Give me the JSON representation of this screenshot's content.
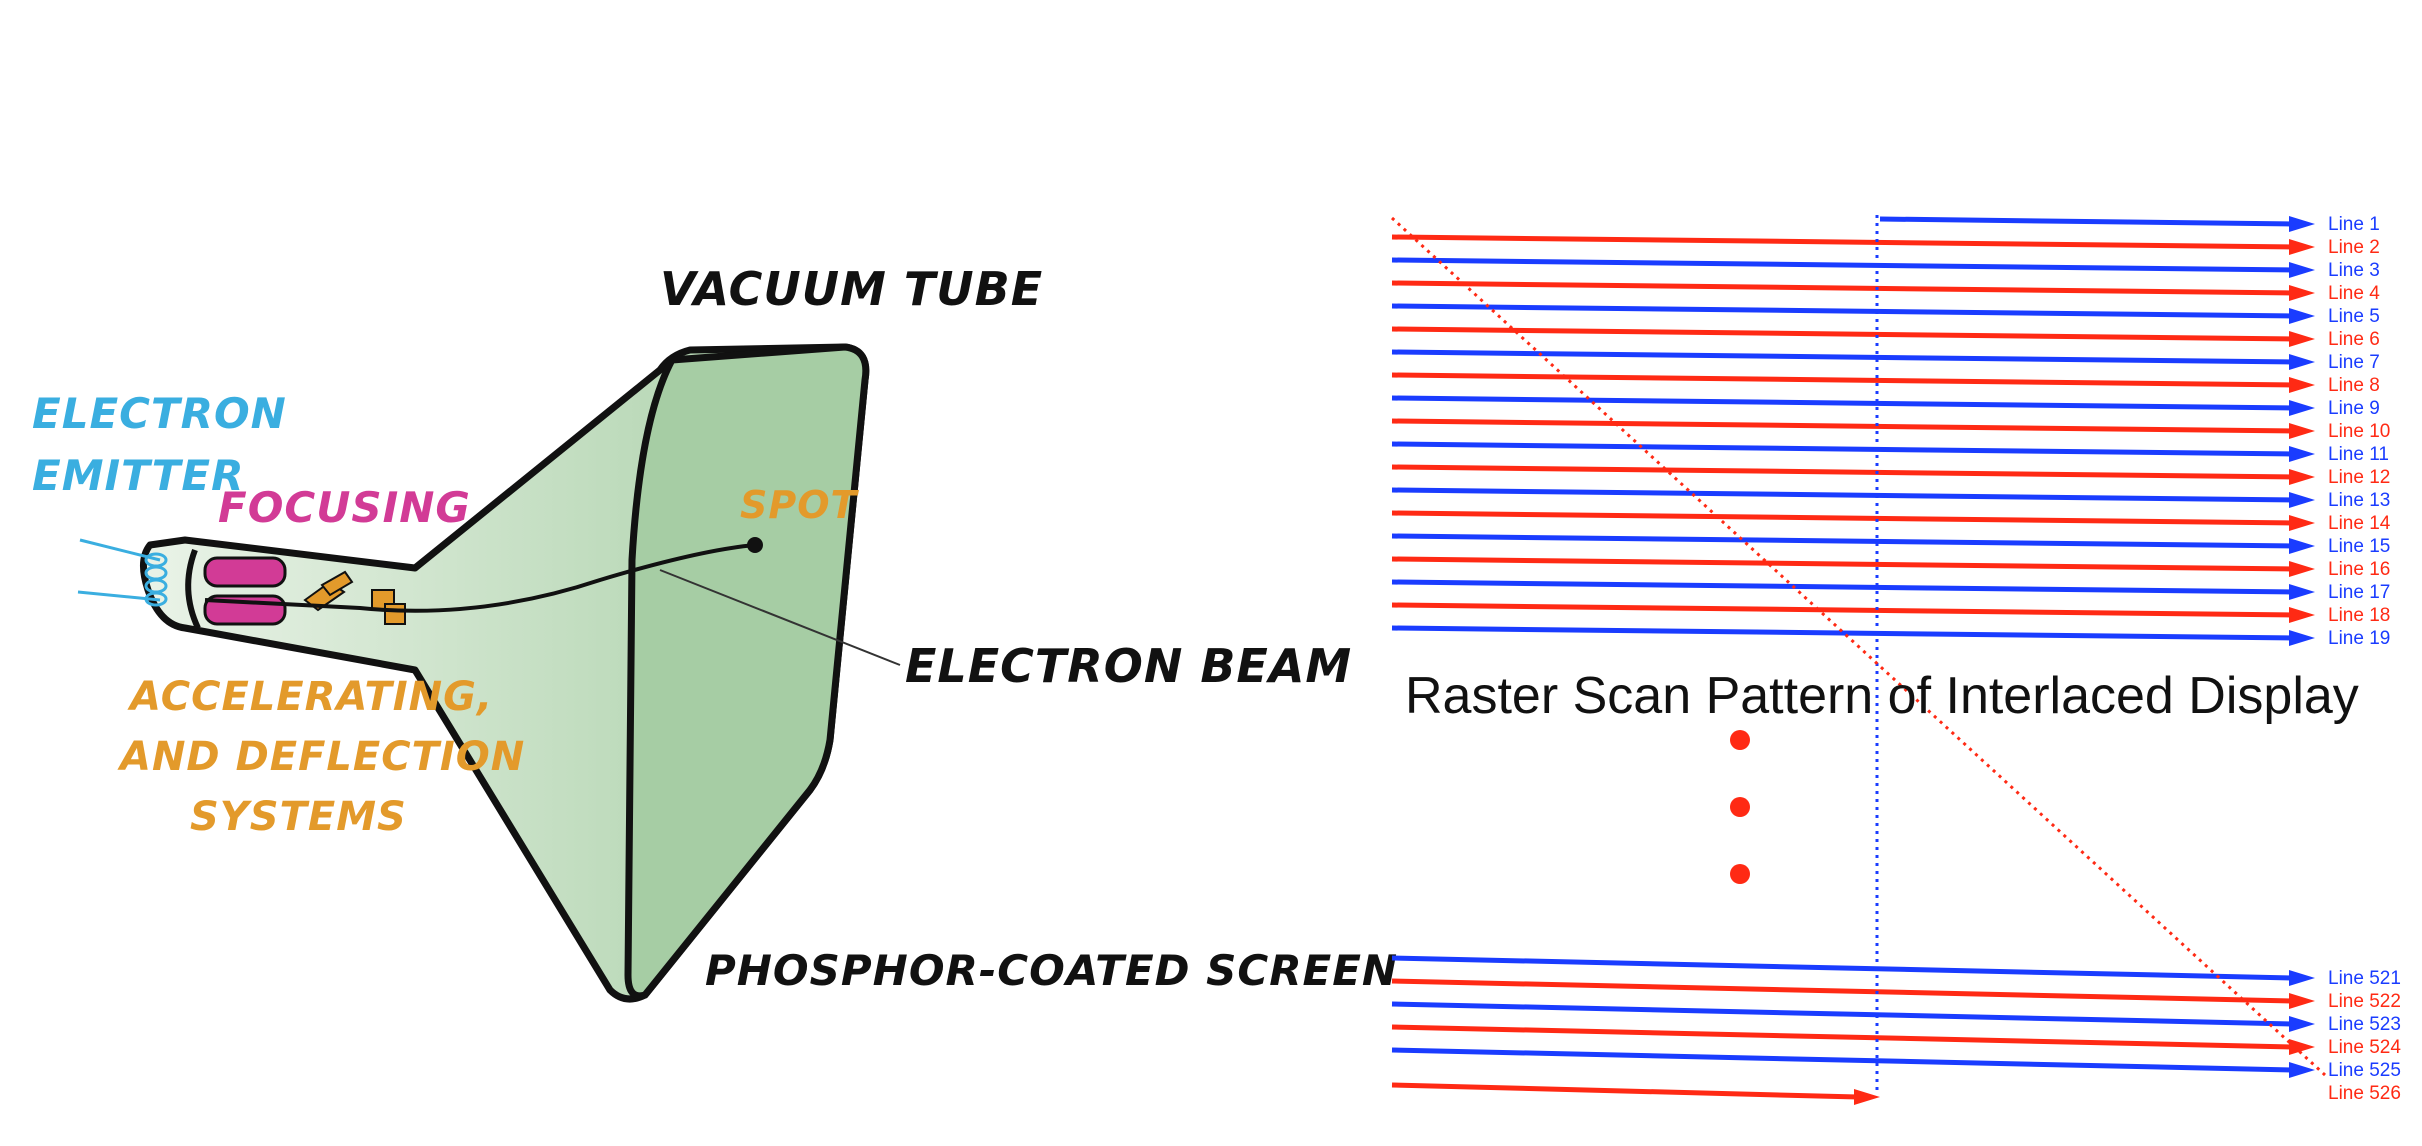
{
  "colors": {
    "ink": "#111111",
    "tube_fill": "#a8cfa6",
    "tube_fill_light": "#e4f0e2",
    "emitter": "#3aaee0",
    "focusing": "#d23b96",
    "accelerating": "#e39a2b",
    "odd_line": "#1a3cff",
    "even_line": "#ff2a14"
  },
  "crt": {
    "labels": {
      "vacuum_tube": "VACUUM TUBE",
      "electron_emitter_1": "ELECTRON",
      "electron_emitter_2": "EMITTER",
      "focusing": "FOCUSING",
      "spot": "SPOT",
      "electron_beam": "ELECTRON BEAM",
      "accelerating_1": "ACCELERATING,",
      "accelerating_2": "AND DEFLECTION",
      "accelerating_3": "SYSTEMS",
      "phosphor_screen": "PHOSPHOR-COATED SCREEN"
    }
  },
  "raster": {
    "title": "Raster Scan Pattern of Interlaced Display",
    "top_lines": [
      "Line 1",
      "Line 2",
      "Line 3",
      "Line 4",
      "Line 5",
      "Line 6",
      "Line 7",
      "Line 8",
      "Line 9",
      "Line 10",
      "Line 11",
      "Line 12",
      "Line 13",
      "Line 14",
      "Line 15",
      "Line 16",
      "Line 17",
      "Line 18",
      "Line 19"
    ],
    "bottom_lines": [
      "Line 521",
      "Line 522",
      "Line 523",
      "Line 524",
      "Line 525",
      "Line 526"
    ]
  }
}
